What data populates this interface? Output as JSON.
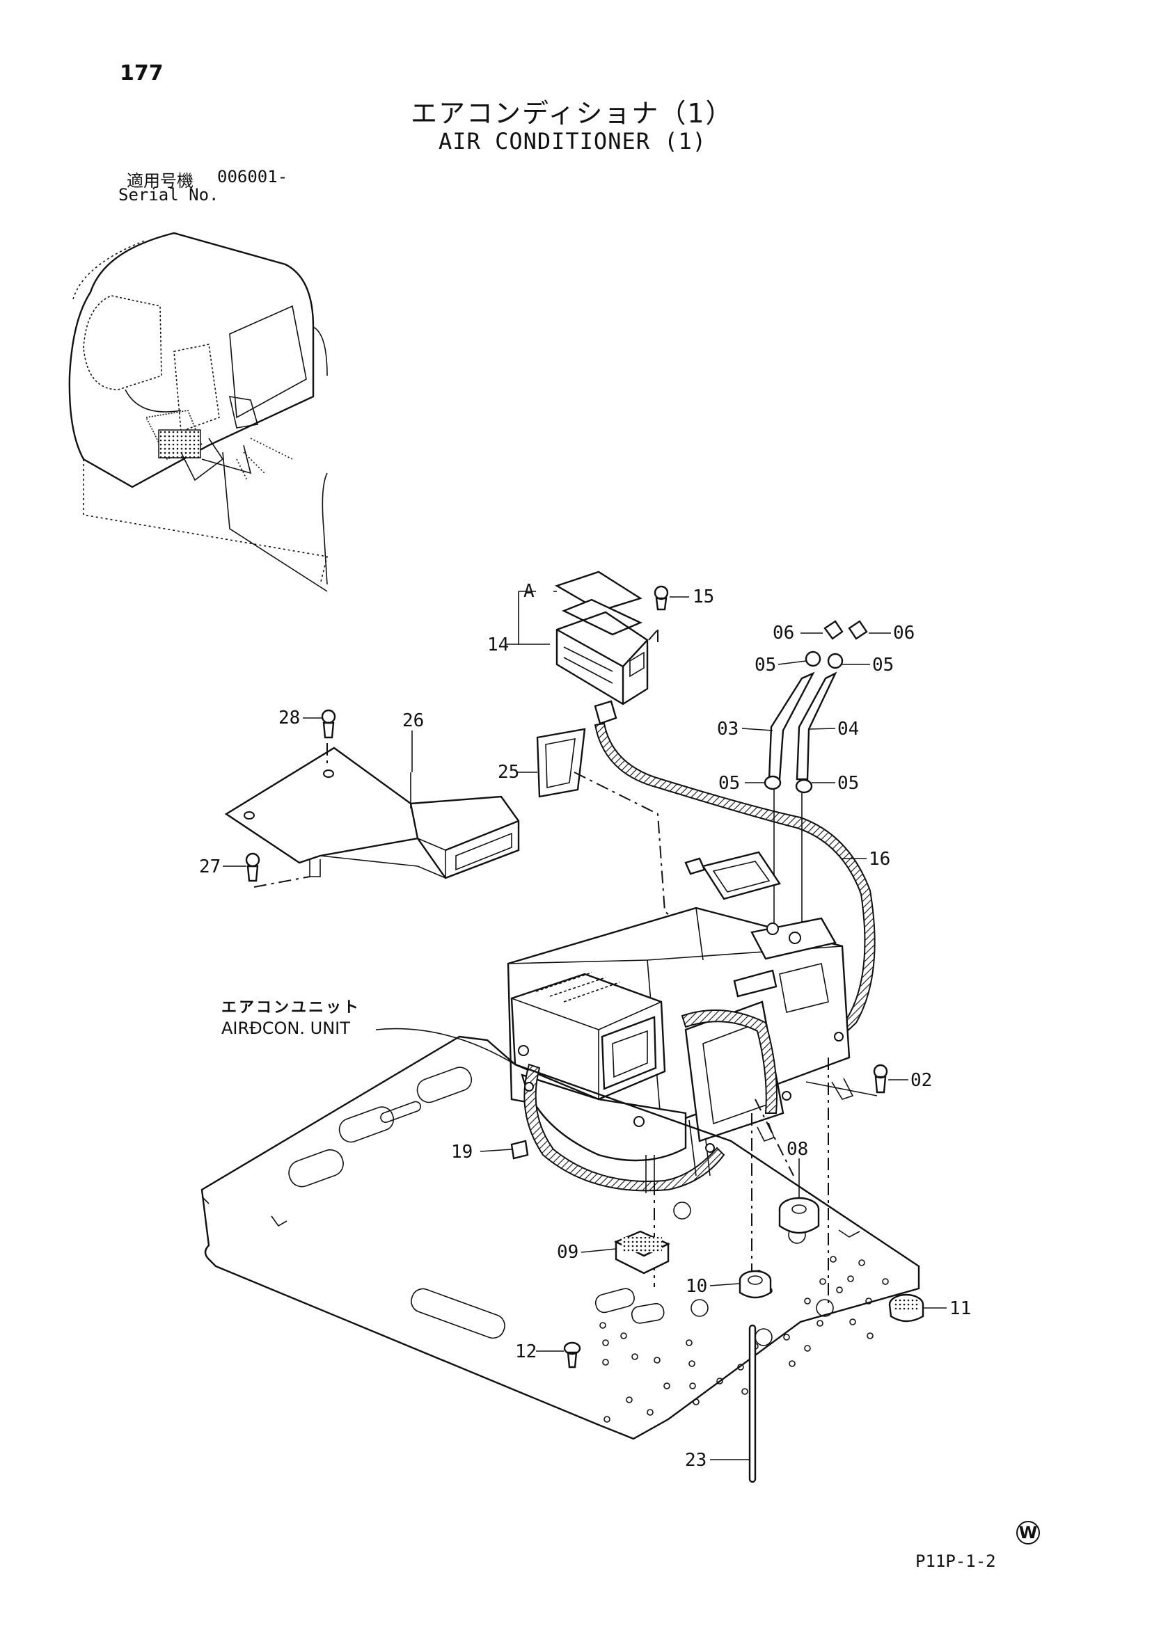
{
  "page_number": "177",
  "title": {
    "japanese": "エアコンディショナ（1）",
    "english": "AIR CONDITIONER (1)"
  },
  "serial": {
    "label_japanese": "適用号機",
    "value": "006001-",
    "label_english": "Serial No."
  },
  "unit_label": {
    "japanese": "エアコンユニット",
    "english": "AIRĐCON. UNIT"
  },
  "detail_label": "A",
  "callouts": [
    "14",
    "15",
    "06",
    "06",
    "05",
    "05",
    "03",
    "04",
    "05",
    "05",
    "16",
    "28",
    "26",
    "25",
    "27",
    "02",
    "19",
    "08",
    "09",
    "10",
    "11",
    "12",
    "23"
  ],
  "footer": {
    "watermark": "W",
    "drawing_code": "P11P-1-2"
  }
}
